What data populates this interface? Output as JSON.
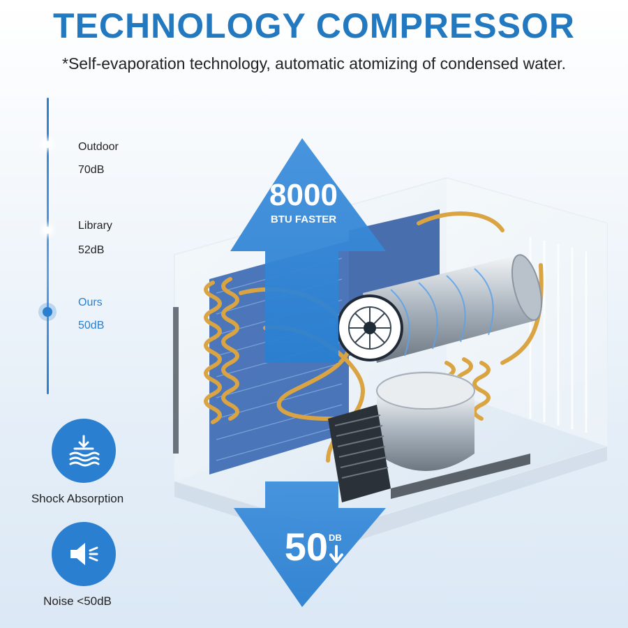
{
  "header": {
    "title": "TECHNOLOGY COMPRESSOR",
    "subtitle": "*Self-evaporation technology, automatic atomizing of condensed  water."
  },
  "noise_scale": {
    "levels": [
      {
        "name": "Outdoor",
        "db": "70dB",
        "active": false
      },
      {
        "name": "Library",
        "db": "52dB",
        "active": false
      },
      {
        "name": "Ours",
        "db": "50dB",
        "active": true
      }
    ]
  },
  "features": [
    {
      "label": "Shock Absorption",
      "icon": "shock-absorption-icon"
    },
    {
      "label": "Noise <50dB",
      "icon": "speaker-low-noise-icon"
    }
  ],
  "product": {
    "up_arrow_value": "8000",
    "up_arrow_caption": "BTU FASTER",
    "down_arrow_value": "50",
    "down_arrow_unit": "DB"
  },
  "colors": {
    "accent": "#2a7fd0",
    "title": "#2379c0",
    "copper": "#d9a441"
  }
}
